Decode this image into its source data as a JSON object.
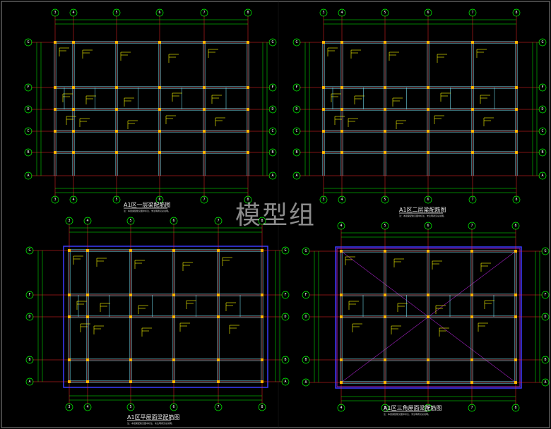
{
  "watermark": "模型组",
  "colors": {
    "grid": "#ff2a2a",
    "beam": "#6fd6e6",
    "bubble": "#00ff00",
    "tag": "#ffff00",
    "column": "#ffb400",
    "dim": "#00ff00",
    "outline": "#3a3aff",
    "slab": "#a020c0"
  },
  "plans": [
    {
      "title": "A1区一层梁配筋图",
      "subtitle": "注：本层梁配筋见图中标注，未注明者见总说明。",
      "col_labels": [
        "3",
        "4",
        "5",
        "6",
        "7",
        "8"
      ],
      "row_labels": [
        "G",
        "F",
        "D",
        "C",
        "B",
        "A"
      ]
    },
    {
      "title": "A1区二层梁配筋图",
      "subtitle": "注：本层梁配筋见图中标注，未注明者见总说明。",
      "col_labels": [
        "3",
        "4",
        "5",
        "6",
        "7",
        "8"
      ],
      "row_labels": [
        "G",
        "F",
        "D",
        "C",
        "B",
        "A"
      ]
    },
    {
      "title": "A1区平屋面梁配筋图",
      "subtitle": "注：本层梁配筋见图中标注，未注明者见总说明。",
      "col_labels": [
        "3",
        "4",
        "5",
        "6",
        "7",
        "8"
      ],
      "row_labels": [
        "G",
        "F",
        "D",
        "B",
        "A"
      ]
    },
    {
      "title": "A1区三角屋面梁配筋图",
      "subtitle": "注：本层梁配筋见图中标注，未注明者见总说明。",
      "col_labels": [
        "4",
        "5",
        "6",
        "7",
        "8"
      ],
      "row_labels": [
        "G",
        "F",
        "D",
        "B",
        "A"
      ]
    }
  ]
}
